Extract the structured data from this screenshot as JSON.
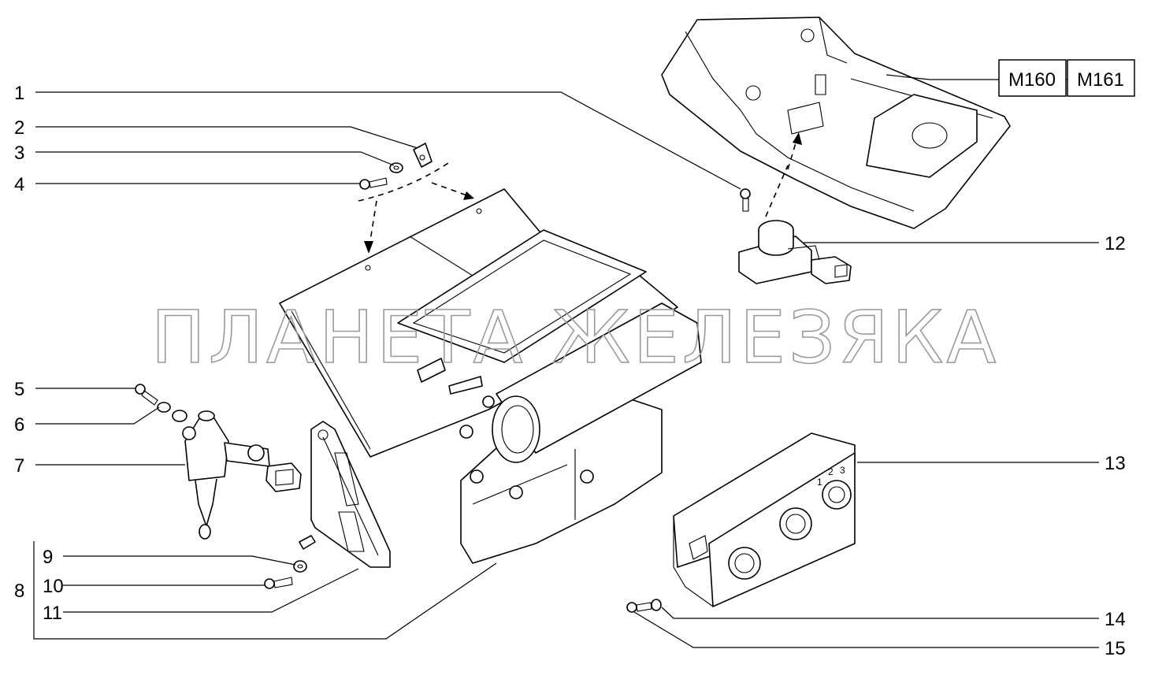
{
  "callouts": {
    "c1": "1",
    "c2": "2",
    "c3": "3",
    "c4": "4",
    "c5": "5",
    "c6": "6",
    "c7": "7",
    "c8": "8",
    "c9": "9",
    "c10": "10",
    "c11": "11",
    "c12": "12",
    "c13": "13",
    "c14": "14",
    "c15": "15"
  },
  "references": {
    "r1": "M160",
    "r2": "M161"
  },
  "watermark": "ПЛАНЕТА ЖЕЛЕЗЯКА",
  "control_panel_marks": {
    "fan_1": "1",
    "fan_2": "2",
    "fan_3": "3"
  }
}
